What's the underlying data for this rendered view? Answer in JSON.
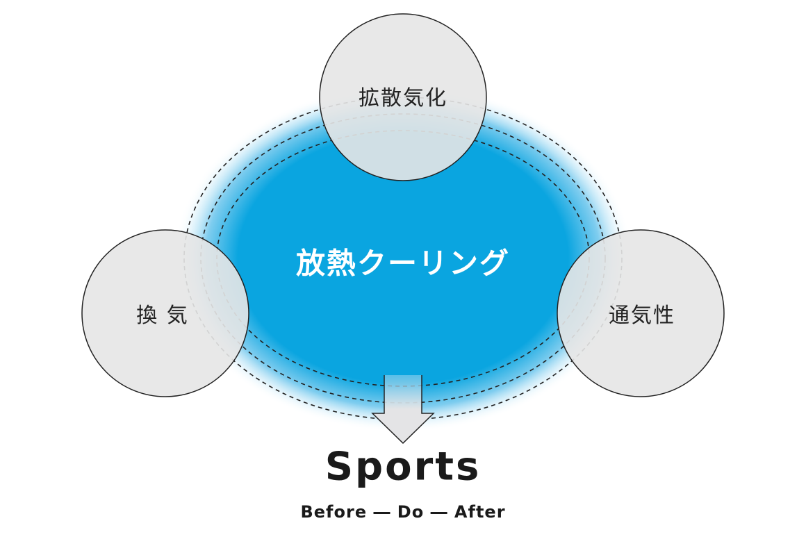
{
  "diagram": {
    "center_label": "放熱クーリング",
    "circles": [
      {
        "label": "拡散気化"
      },
      {
        "label": "換 気"
      },
      {
        "label": "通気性"
      }
    ],
    "result_title": "Sports",
    "result_subtitle": "Before ― Do ― After"
  },
  "colors": {
    "blue": "#0aa5e0",
    "circle_fill": "#e6e6e6",
    "text": "#1a1a1a"
  }
}
